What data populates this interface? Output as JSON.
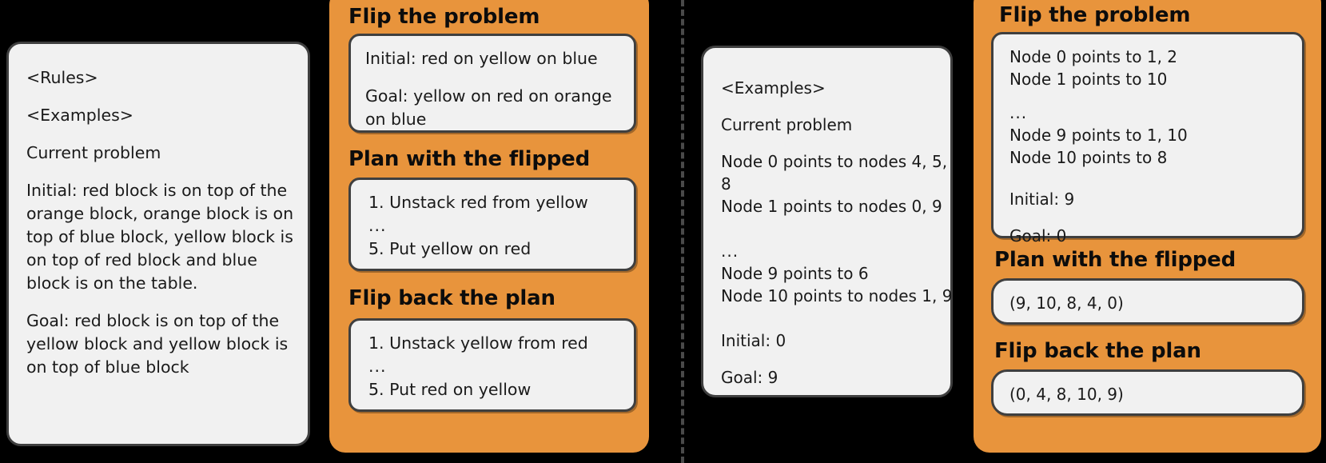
{
  "colors": {
    "background": "#000000",
    "panel_orange": "#e8943c",
    "card_fill": "#f1f1f1",
    "card_border": "#3f3f3f",
    "text": "#1a1a1a"
  },
  "left_example": {
    "prompt_card": {
      "rules_tag": "<Rules>",
      "examples_tag": "<Examples>",
      "current_problem_label": "Current problem",
      "initial": "Initial: red block is on top of the orange block, orange block is on top of blue block, yellow block is on top of red block and blue block is on the table.",
      "goal": "Goal: red block is on top of the yellow block and yellow block is on top of blue block"
    },
    "panel": {
      "step1_heading": "Flip the problem",
      "step1_body": {
        "initial": "Initial: red on yellow on blue",
        "goal": "Goal: yellow on red on orange on blue"
      },
      "step2_heading": "Plan with the flipped",
      "step2_body": {
        "first": "1. Unstack red from yellow",
        "ellipsis": "...",
        "last": "5. Put yellow on red"
      },
      "step3_heading": "Flip back the plan",
      "step3_body": {
        "first": "1. Unstack yellow from red",
        "ellipsis": "...",
        "last": "5. Put red on yellow"
      }
    }
  },
  "right_example": {
    "prompt_card": {
      "examples_tag": "<Examples>",
      "current_problem_label": "Current problem",
      "edges": [
        "Node 0 points to nodes 4, 5, 8",
        "Node 1 points to nodes 0, 9"
      ],
      "ellipsis": "...",
      "edges_tail": [
        "Node 9 points to 6",
        "Node 10 points to nodes 1, 9"
      ],
      "initial": "Initial: 0",
      "goal": "Goal: 9"
    },
    "panel": {
      "step1_heading": "Flip the problem",
      "step1_body": {
        "edges": [
          "Node 0 points to 1, 2",
          "Node 1 points to 10"
        ],
        "ellipsis": "...",
        "edges_tail": [
          "Node 9 points to 1, 10",
          "Node 10 points to 8"
        ],
        "initial": "Initial: 9",
        "goal": "Goal: 0"
      },
      "step2_heading": "Plan with the flipped",
      "step2_body": "(9, 10, 8, 4, 0)",
      "step3_heading": "Flip back the plan",
      "step3_body": "(0, 4, 8, 10, 9)"
    }
  }
}
